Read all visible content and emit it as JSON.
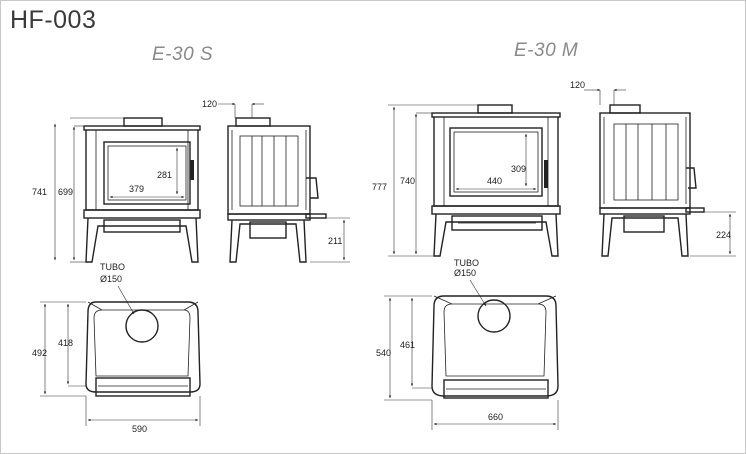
{
  "product_code": "HF-003",
  "models": {
    "small": {
      "name": "E-30 S",
      "dims": {
        "total_height": "741",
        "body_height": "699",
        "glass_width": "379",
        "glass_height": "281",
        "flue_offset": "120",
        "ash_height": "211",
        "tube_label": "TUBO",
        "tube_diameter": "Ø150",
        "depth_total": "492",
        "depth_inner": "418",
        "width": "590"
      }
    },
    "medium": {
      "name": "E-30 M",
      "dims": {
        "total_height": "777",
        "body_height": "740",
        "glass_width": "440",
        "glass_height": "309",
        "flue_offset": "120",
        "ash_height": "224",
        "tube_label": "TUBO",
        "tube_diameter": "Ø150",
        "depth_total": "540",
        "depth_inner": "461",
        "width": "660"
      }
    }
  }
}
